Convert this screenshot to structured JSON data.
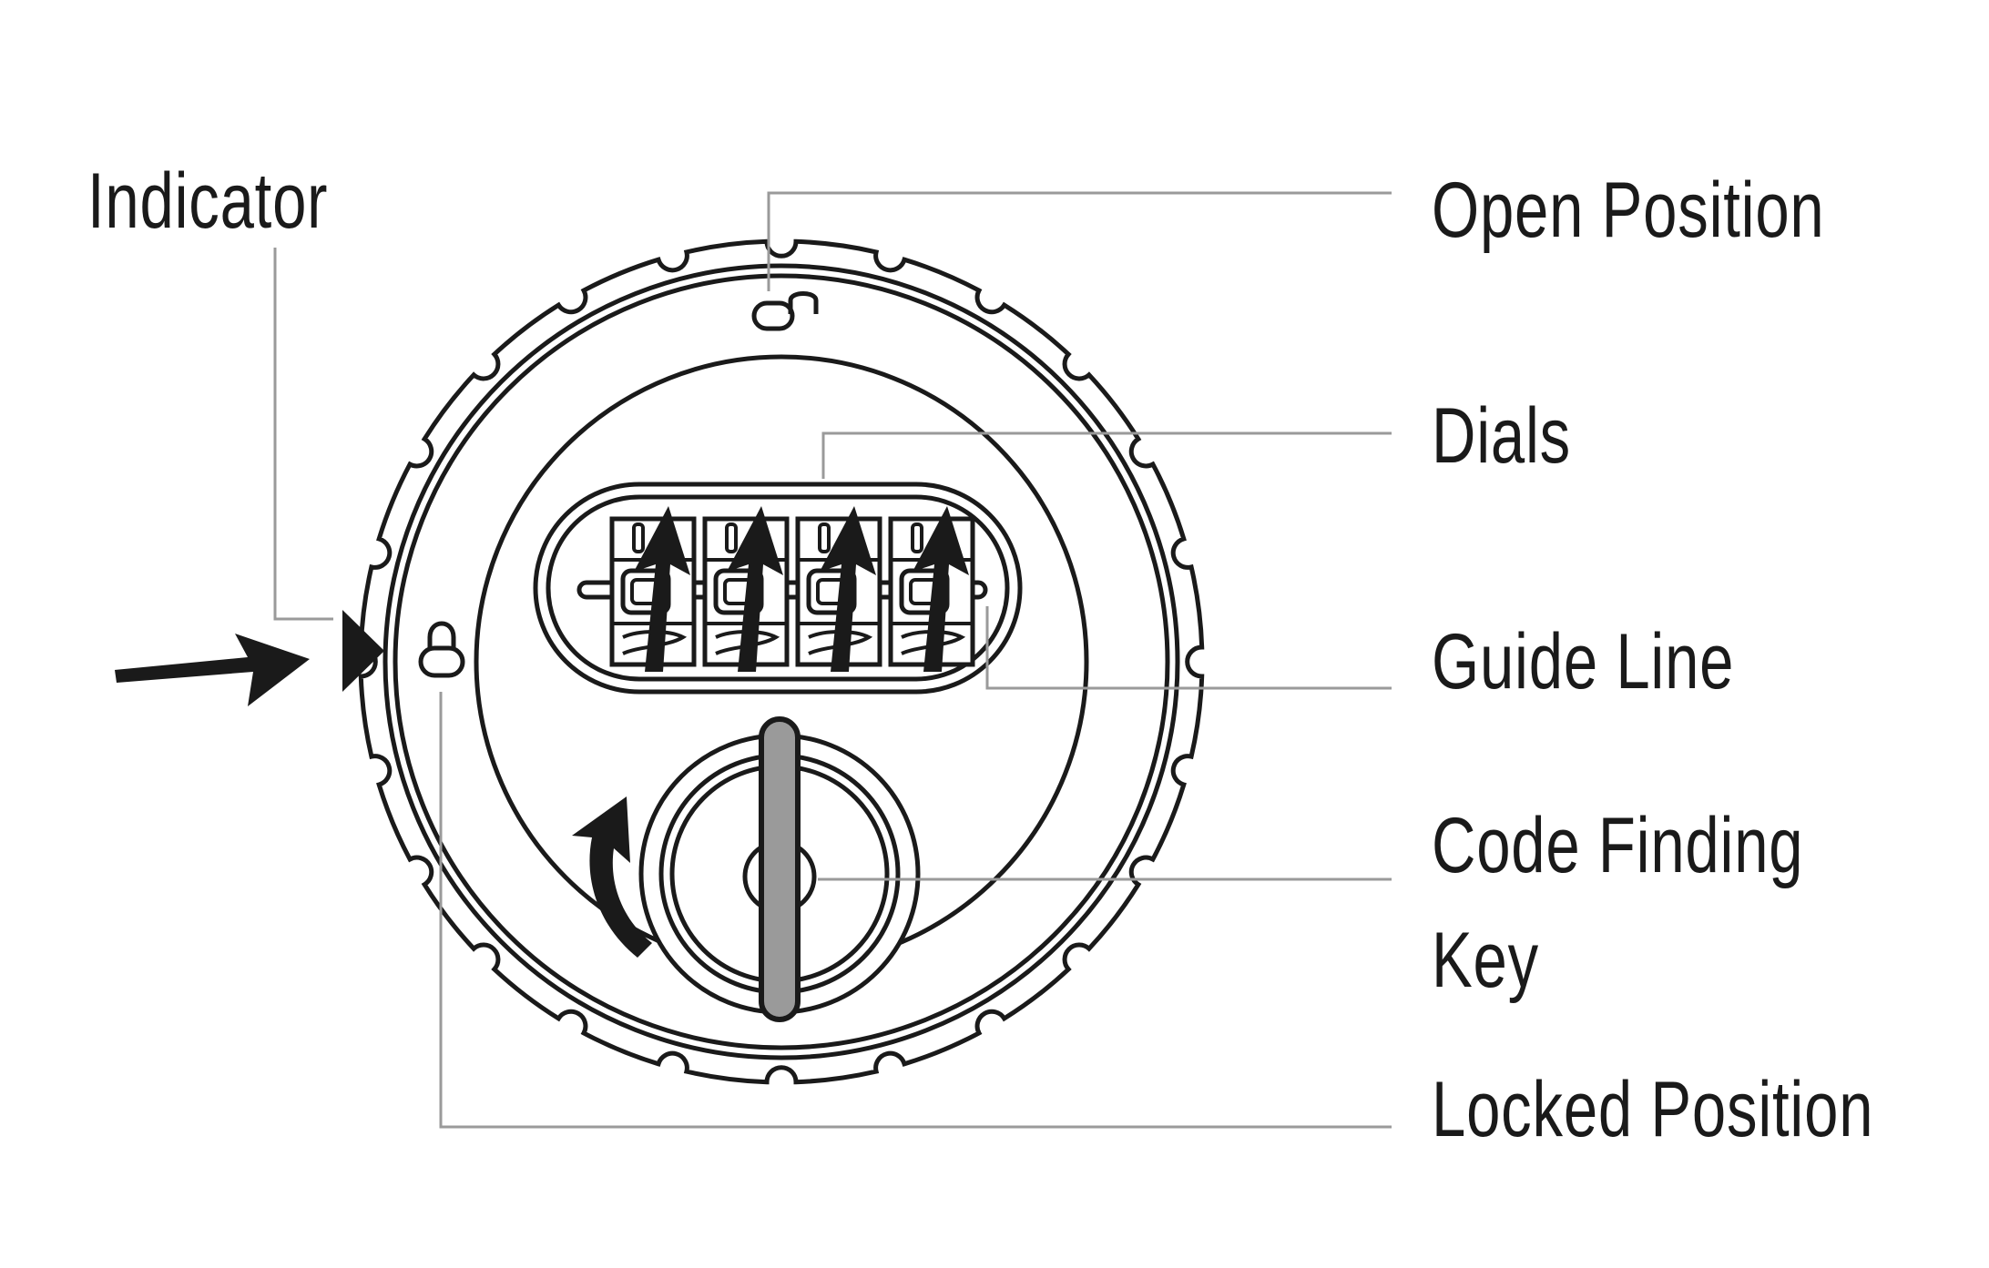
{
  "labels": {
    "indicator": "Indicator",
    "open_position": "Open Position",
    "dials": "Dials",
    "guide_line": "Guide Line",
    "code_finding_key_line1": "Code Finding",
    "code_finding_key_line2": "Key",
    "locked_position": "Locked Position"
  },
  "colors": {
    "stroke": "#1a1a1a",
    "leader": "#9a9a9a",
    "key_fill": "#9a9a9a",
    "background": "#ffffff"
  },
  "icons": [
    "open-padlock-icon",
    "closed-padlock-icon",
    "pointer-arrow-icon",
    "rotate-arrow-icon",
    "indicator-triangle-icon"
  ]
}
